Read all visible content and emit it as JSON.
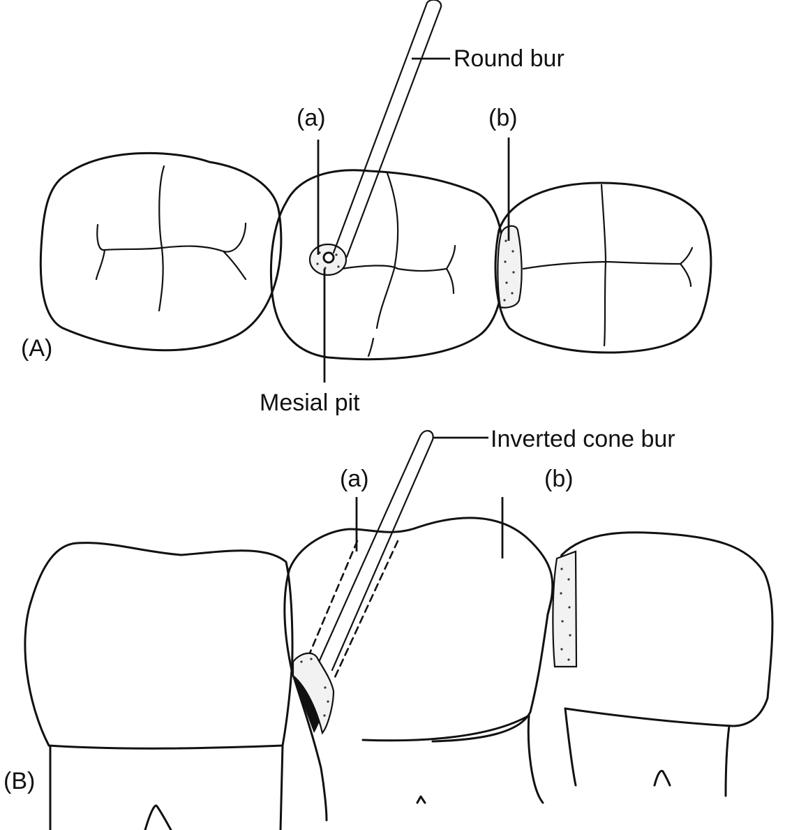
{
  "figure": {
    "panel_A": {
      "panel_label": "(A)",
      "instrument_label": "Round bur",
      "site_a_label": "(a)",
      "site_b_label": "(b)",
      "pit_label": "Mesial pit"
    },
    "panel_B": {
      "panel_label": "(B)",
      "instrument_label": "Inverted cone bur",
      "site_a_label": "(a)",
      "site_b_label": "(b)"
    }
  }
}
